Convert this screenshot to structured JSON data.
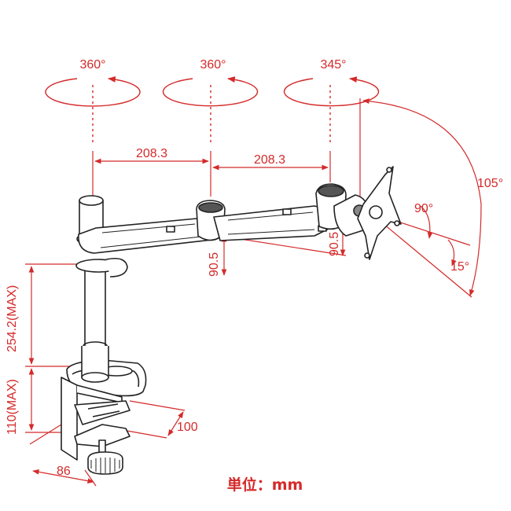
{
  "rotation_labels": [
    "360°",
    "360°",
    "345°"
  ],
  "arm_lengths": [
    "208.3",
    "208.3"
  ],
  "tilt_labels": {
    "total": "105°",
    "down": "90°",
    "up": "15°"
  },
  "joint_offsets": [
    "90.5",
    "90.5"
  ],
  "pole_height": "254.2(MAX)",
  "clamp_height": "110(MAX)",
  "clamp_depth": "100",
  "clamp_width": "86",
  "unit_label": "単位：mm",
  "colors": {
    "dimension": "#d42a2a",
    "outline": "#222222"
  }
}
